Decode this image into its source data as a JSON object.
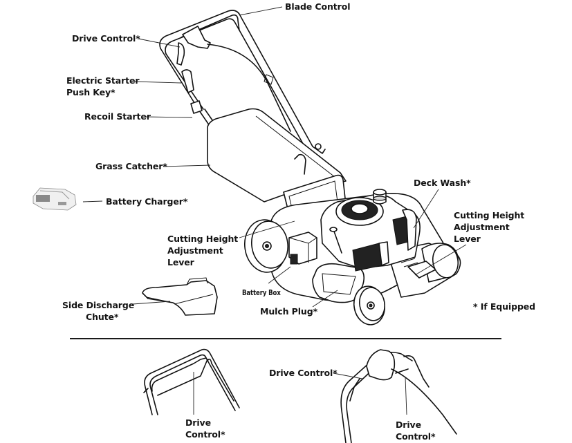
{
  "diagram": {
    "subject": "Self-propelled lawn mower components",
    "labels": {
      "blade_control": "Blade Control",
      "drive_control_top": "Drive Control*",
      "electric_starter_line1": "Electric Starter",
      "electric_starter_line2": "Push Key*",
      "recoil_starter": "Recoil Starter",
      "grass_catcher": "Grass Catcher*",
      "battery_charger": "Battery Charger*",
      "cutting_height_left_line1": "Cutting Height",
      "cutting_height_left_line2": "Adjustment",
      "cutting_height_left_line3": "Lever",
      "deck_wash": "Deck Wash*",
      "cutting_height_right_line1": "Cutting Height",
      "cutting_height_right_line2": "Adjustment",
      "cutting_height_right_line3": "Lever",
      "battery_box": "Battery Box",
      "mulch_plug": "Mulch Plug*",
      "side_discharge_line1": "Side Discharge",
      "side_discharge_line2": "Chute*",
      "if_equipped_note": "* If Equipped"
    },
    "inset_left": {
      "drive_control_line1": "Drive",
      "drive_control_line2": "Control*"
    },
    "inset_right": {
      "drive_control_side": "Drive Control*",
      "drive_control_line1": "Drive",
      "drive_control_line2": "Control*"
    }
  }
}
